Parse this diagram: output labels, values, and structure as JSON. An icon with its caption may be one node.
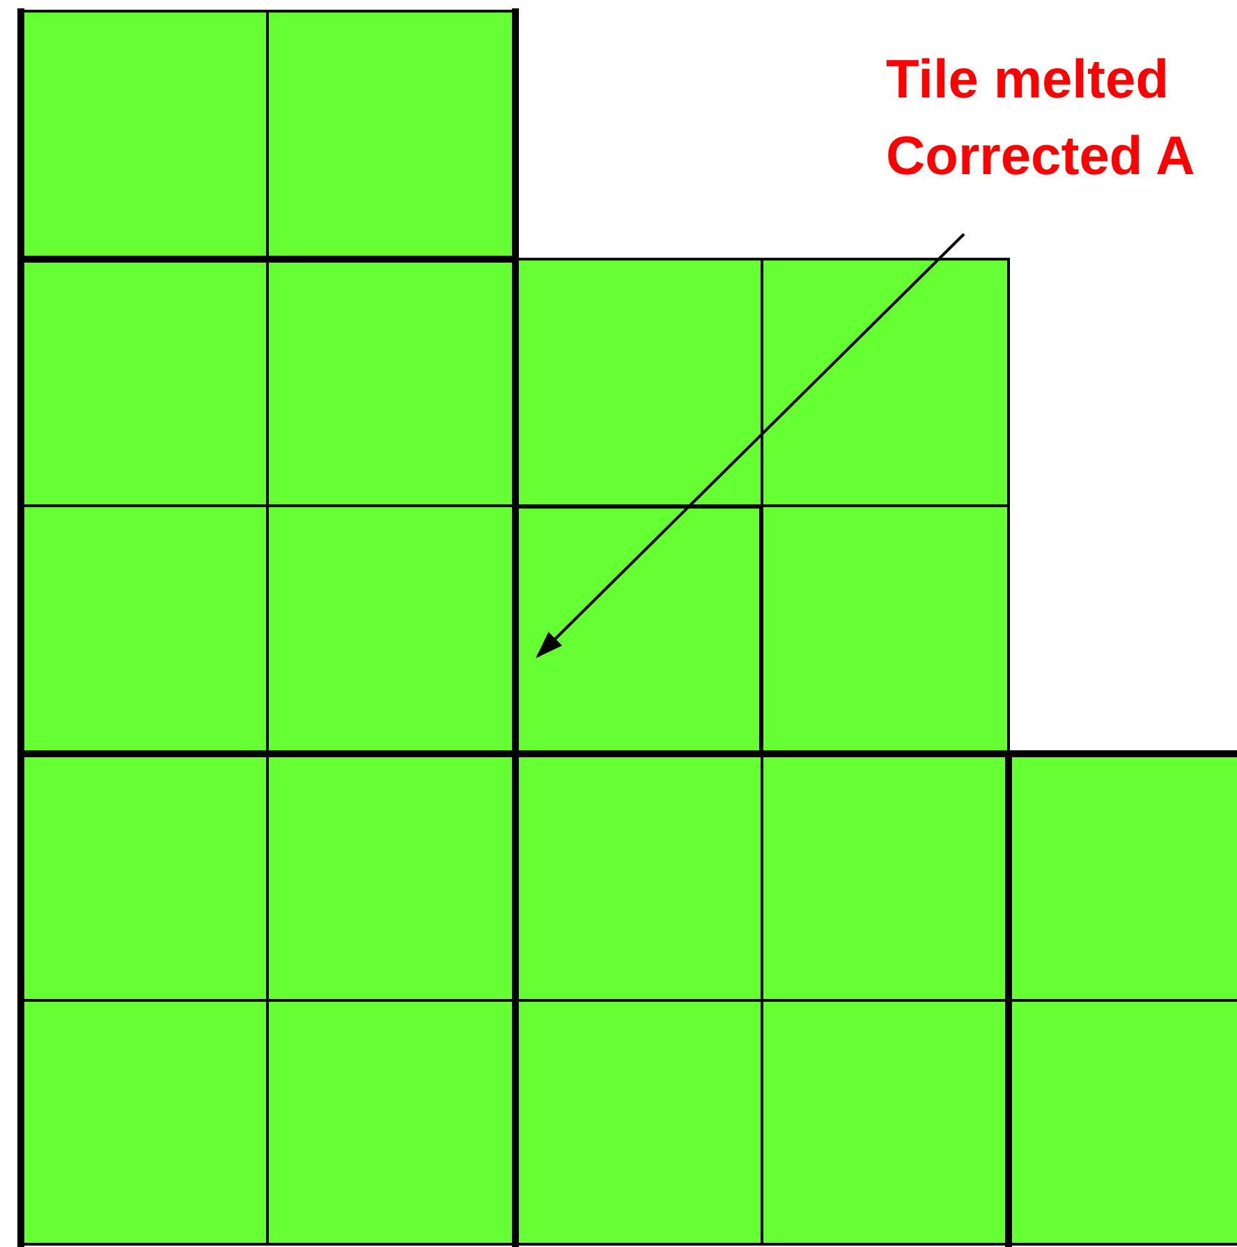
{
  "diagram": {
    "nodes": [
      {
        "text": [
          "Tile melted Corrected A"
        ]
      },
      {
        "text": [],
        "shape": "box"
      }
    ],
    "edges": [
      {
        "from": 0,
        "to": 1,
        "arrow": "to"
      }
    ]
  }
}
